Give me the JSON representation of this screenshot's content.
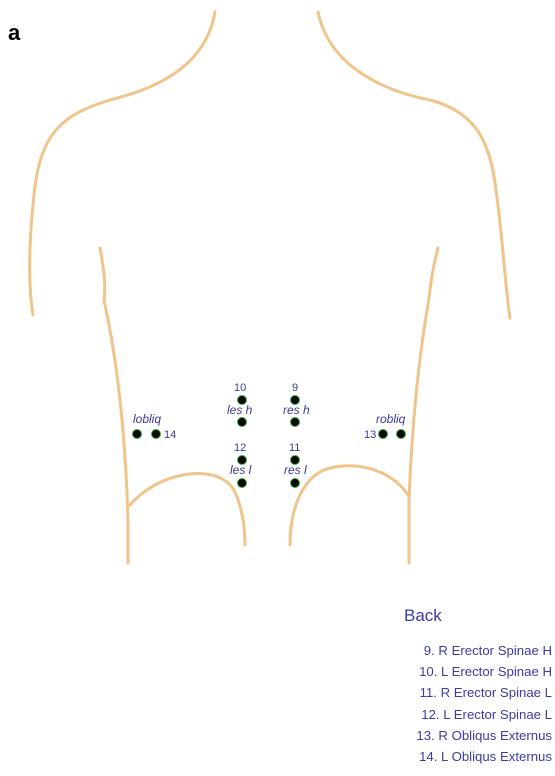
{
  "panel_label": "a",
  "electrodes": {
    "e9": {
      "number": "9",
      "site": "res h"
    },
    "e10": {
      "number": "10",
      "site": "les h"
    },
    "e11": {
      "number": "11",
      "site": "res l"
    },
    "e12": {
      "number": "12",
      "site": "les l"
    },
    "e13": {
      "number": "13",
      "site": "robliq"
    },
    "e14": {
      "number": "14",
      "site": "lobliq"
    }
  },
  "legend": {
    "title": "Back",
    "items": [
      "9. R Erector Spinae H",
      "10. L Erector Spinae H",
      "11. R Erector Spinae L",
      "12. L Erector Spinae L",
      "13. R Obliqus Externus",
      "14. L Obliqus Externus"
    ]
  },
  "colors": {
    "outline": "#f0c48a",
    "label_text": "#3a3a9a",
    "electrode_fill": "#0a0a0a",
    "electrode_ring": "#3fa83f"
  }
}
